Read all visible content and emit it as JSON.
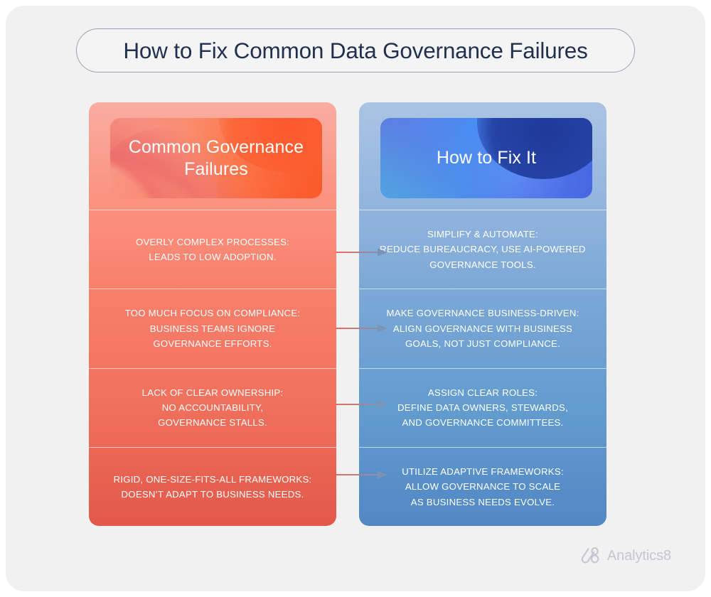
{
  "page": {
    "title": "How to Fix Common Data Governance Failures",
    "background_color": "#f1f1f1",
    "title_text_color": "#22304f"
  },
  "left_column": {
    "header": "Common\nGovernance\nFailures",
    "accent_color": "#f7674f",
    "top_color": "#f9ada0",
    "bottom_color": "#e2584a",
    "items": [
      "OVERLY COMPLEX PROCESSES:\nLEADS TO LOW ADOPTION.",
      "TOO MUCH FOCUS ON COMPLIANCE:\nBUSINESS TEAMS IGNORE\nGOVERNANCE  EFFORTS.",
      "LACK OF CLEAR OWNERSHIP:\nNO ACCOUNTABILITY,\nGOVERNANCE STALLS.",
      "RIGID, ONE-SIZE-FITS-ALL FRAMEWORKS:\nDOESN’T ADAPT TO BUSINESS NEEDS."
    ]
  },
  "right_column": {
    "header": "How to Fix It",
    "accent_color": "#4f7ee0",
    "top_color": "#aac4e4",
    "bottom_color": "#5287c4",
    "items": [
      "SIMPLIFY & AUTOMATE:\nREDUCE BUREAUCRACY, USE AI-POWERED\nGOVERNANCE TOOLS.",
      "MAKE GOVERNANCE BUSINESS-DRIVEN:\nALIGN GOVERNANCE WITH BUSINESS\nGOALS, NOT JUST COMPLIANCE.",
      "ASSIGN CLEAR ROLES:\nDEFINE DATA OWNERS, STEWARDS,\nAND GOVERNANCE COMMITTEES.",
      "UTILIZE ADAPTIVE FRAMEWORKS:\nALLOW GOVERNANCE TO SCALE\nAS BUSINESS NEEDS EVOLVE."
    ]
  },
  "connectors": {
    "count": 4,
    "start_color": "#ef6a55",
    "end_color": "#7d93b4"
  },
  "logo": {
    "name": "Analytics8",
    "color": "#c3c7d2"
  }
}
